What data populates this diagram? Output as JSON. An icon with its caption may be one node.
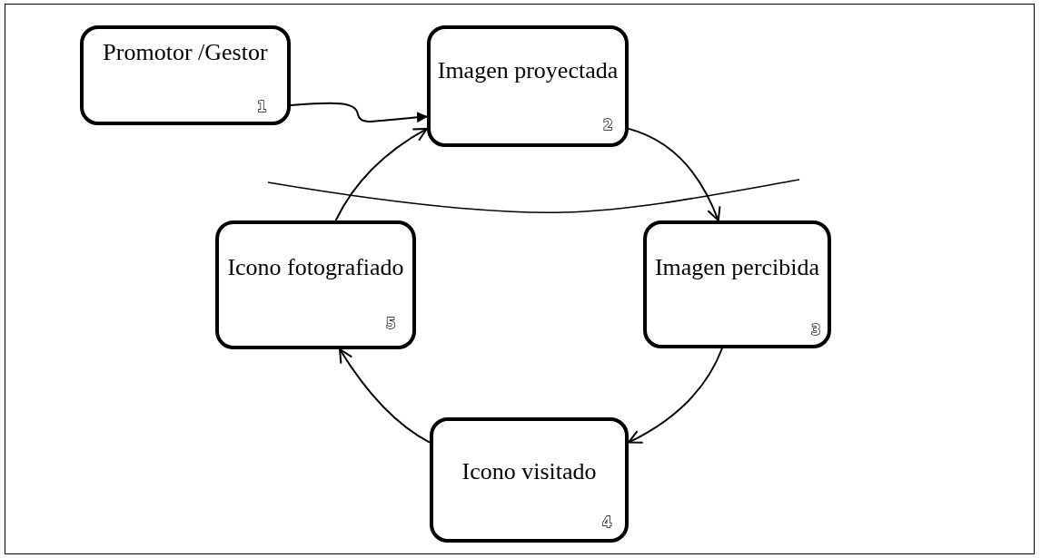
{
  "diagram": {
    "nodes": [
      {
        "text": [
          "Promotor /Gestor",
          "1"
        ]
      },
      {
        "text": [
          "Imagen proyectada",
          "2"
        ]
      },
      {
        "text": [
          "Imagen percibida",
          "3"
        ]
      },
      {
        "text": [
          "Icono visitado",
          "4"
        ]
      },
      {
        "text": [
          "Icono fotografiado",
          "5"
        ]
      }
    ],
    "edges": [
      {
        "from": 0,
        "to": 1,
        "arrow": "to"
      },
      {
        "from": 1,
        "to": 2,
        "arrow": "to"
      },
      {
        "from": 2,
        "to": 3,
        "arrow": "to"
      },
      {
        "from": 3,
        "to": 4,
        "arrow": "to"
      },
      {
        "from": 4,
        "to": 1,
        "arrow": "to"
      }
    ]
  }
}
